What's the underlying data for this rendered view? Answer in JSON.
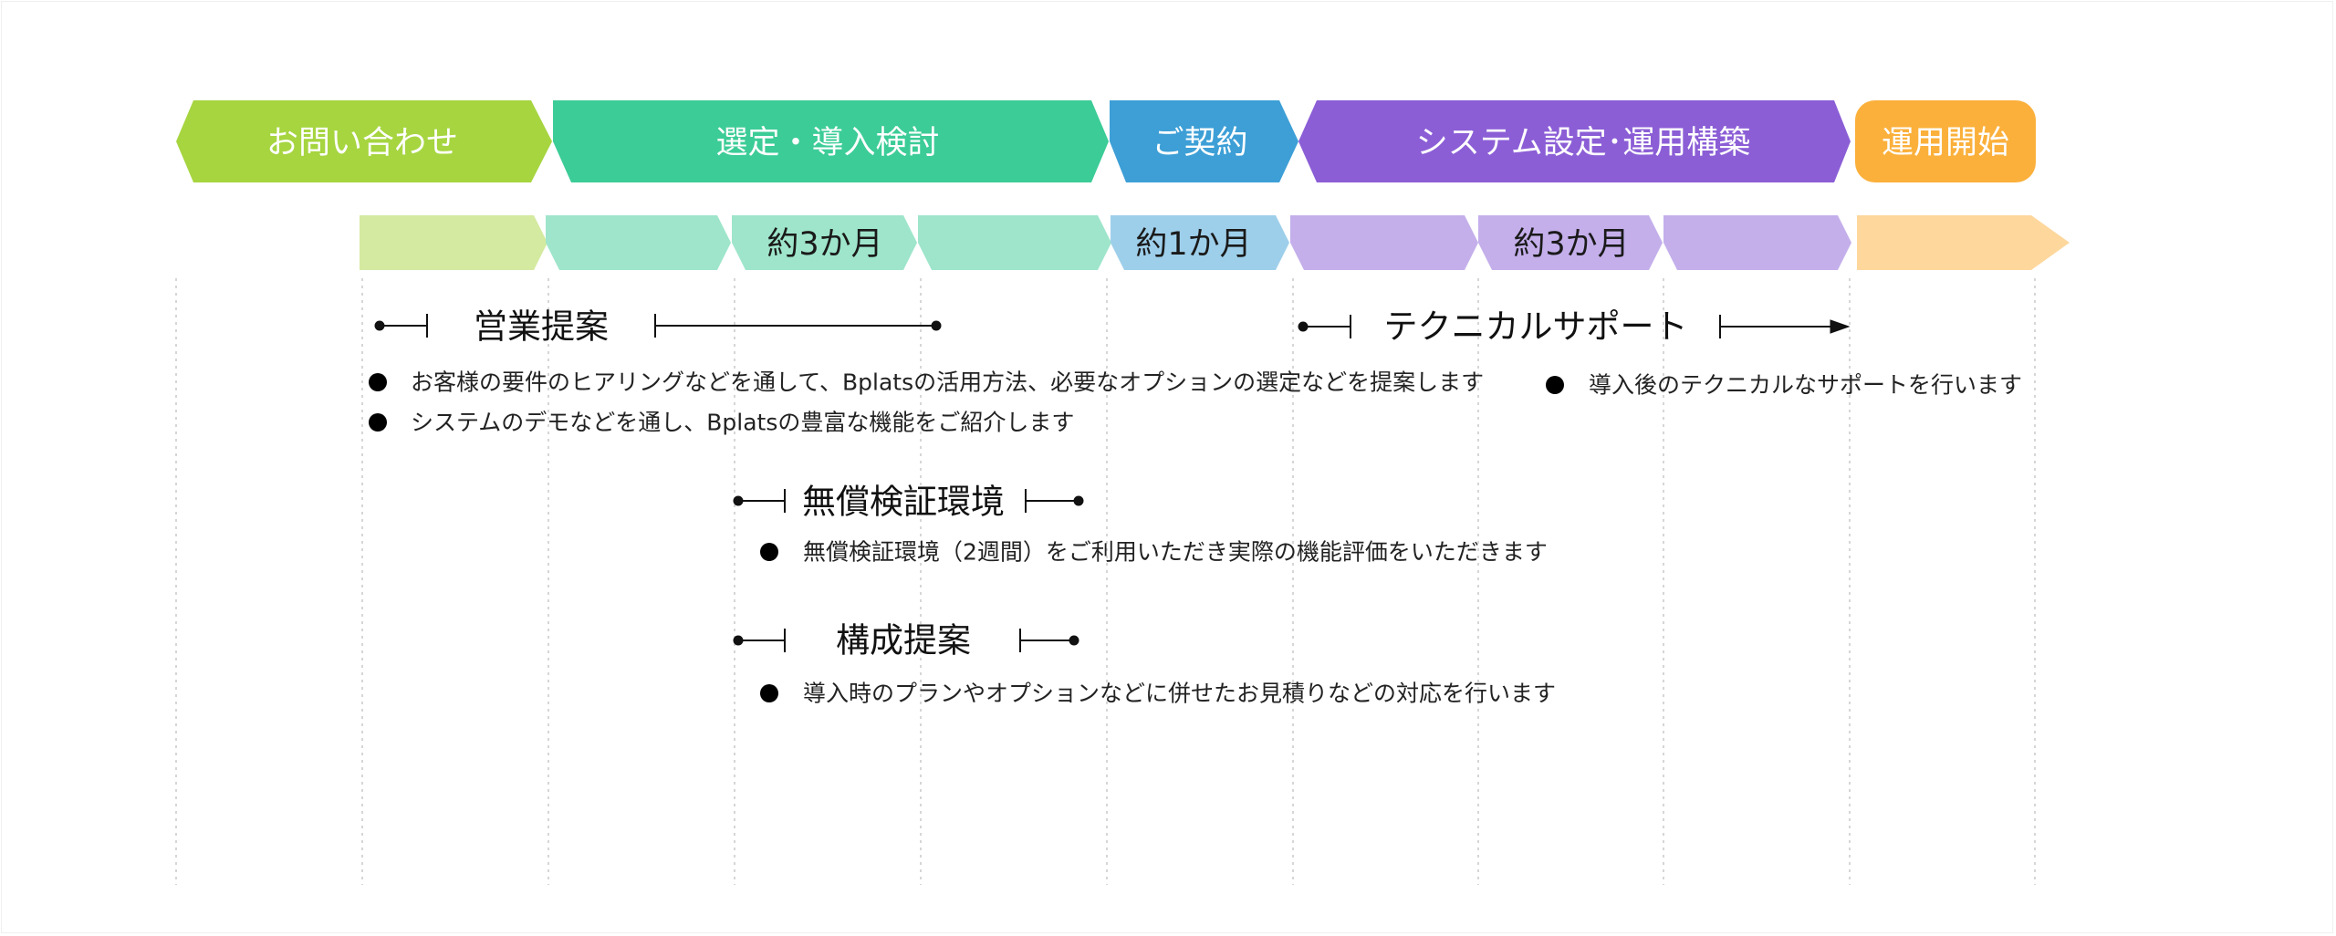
{
  "colors": {
    "inquiry": "#a6d540",
    "selection": "#3ccc97",
    "contract": "#3d9fd6",
    "setup": "#8b5ed6",
    "start": "#fbb03b",
    "inquiry_light": "#d4eaa0",
    "selection_light": "#9ee5cb",
    "contract_light": "#9ecfea",
    "setup_light": "#c4afeb",
    "start_light": "#fdd79c",
    "guide_line": "#c8c8c8"
  },
  "phases": [
    {
      "id": "inquiry",
      "label": "お問い合わせ"
    },
    {
      "id": "selection",
      "label": "選定・導入検討"
    },
    {
      "id": "contract",
      "label": "ご契約"
    },
    {
      "id": "setup",
      "label": "システム設定･運用構築"
    },
    {
      "id": "start",
      "label": "運用開始"
    }
  ],
  "durations": [
    {
      "id": "selection",
      "label": "約3か月"
    },
    {
      "id": "contract",
      "label": "約1か月"
    },
    {
      "id": "setup",
      "label": "約3か月"
    }
  ],
  "sections": {
    "sales": {
      "title": "営業提案",
      "bullets": [
        "お客様の要件のヒアリングなどを通して、Bplatsの活用方法、必要なオプションの選定などを提案します",
        "システムのデモなどを通し、Bplatsの豊富な機能をご紹介します"
      ]
    },
    "trial": {
      "title": "無償検証環境",
      "bullets": [
        "無償検証環境（2週間）をご利用いただき実際の機能評価をいただきます"
      ]
    },
    "config": {
      "title": "構成提案",
      "bullets": [
        "導入時のプランやオプションなどに併せたお見積りなどの対応を行います"
      ]
    },
    "support": {
      "title": "テクニカルサポート",
      "bullets": [
        "導入後のテクニカルなサポートを行います"
      ]
    }
  }
}
